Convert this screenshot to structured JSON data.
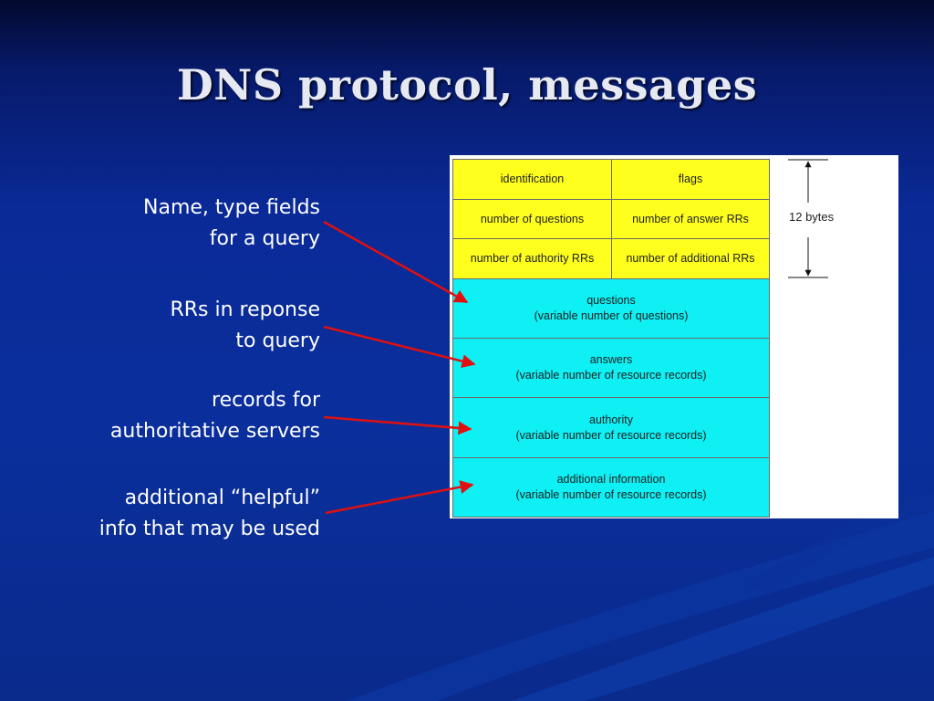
{
  "title": "DNS protocol, messages",
  "labels": {
    "query": [
      "Name, type fields",
      "for a query"
    ],
    "answers": [
      "RRs in reponse",
      "to query"
    ],
    "authority": [
      "records for",
      "authoritative servers"
    ],
    "additional": [
      "additional “helpful”",
      "info that may be used"
    ]
  },
  "header_fields": {
    "identification": "identification",
    "flags": "flags",
    "num_questions": "number of questions",
    "num_answer_rrs": "number of answer RRs",
    "num_authority_rrs": "number of authority RRs",
    "num_additional_rrs": "number of additional RRs"
  },
  "sections": {
    "questions": {
      "name": "questions",
      "detail": "(variable number of questions)"
    },
    "answers": {
      "name": "answers",
      "detail": "(variable number of resource records)"
    },
    "authority": {
      "name": "authority",
      "detail": "(variable number of resource  records)"
    },
    "additional": {
      "name": "additional information",
      "detail": "(variable number of resource records)"
    }
  },
  "header_size": "12 bytes",
  "colors": {
    "header_fill": "#ffff1e",
    "section_fill": "#0ef0f4",
    "arrow": "#e01010",
    "title": "#e6e9f2"
  }
}
